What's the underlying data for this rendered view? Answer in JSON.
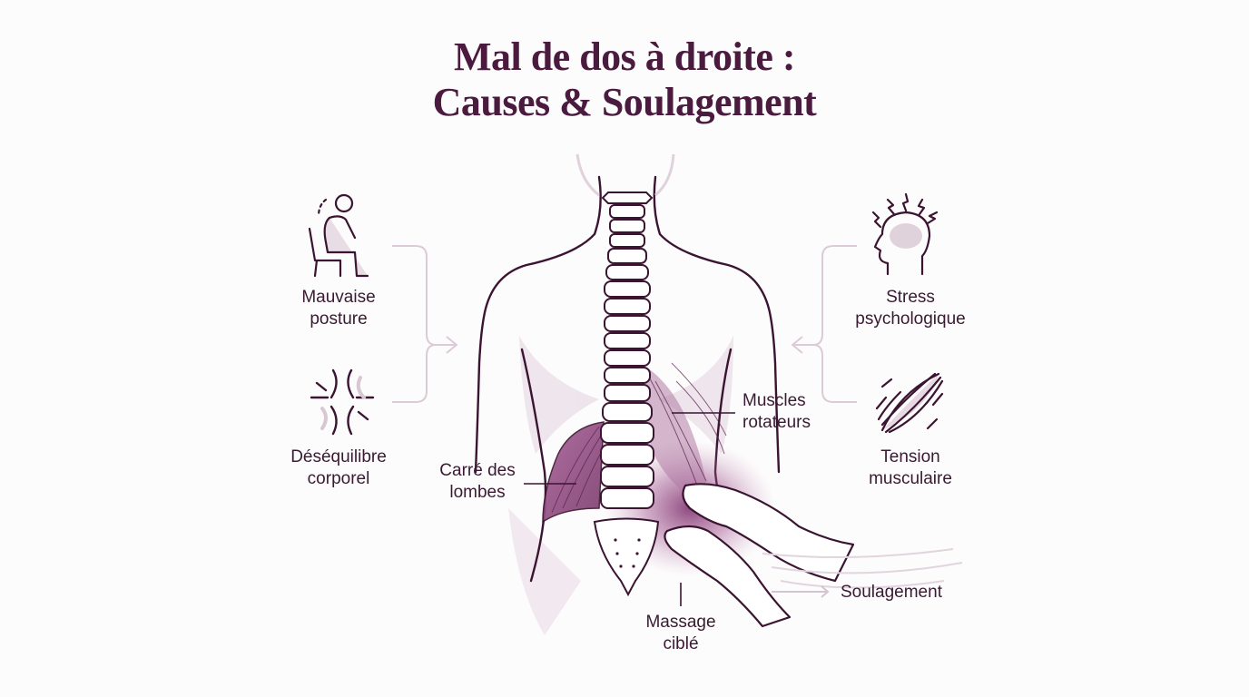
{
  "title": {
    "line1": "Mal de dos à droite :",
    "line2": "Causes & Soulagement"
  },
  "colors": {
    "primary": "#4a1a3f",
    "line": "#3a1431",
    "accent_fill": "#8a3a78",
    "soft_fill": "#e6d8e2",
    "connector": "#d8c8d4"
  },
  "causes_left": [
    {
      "icon": "bad-posture-icon",
      "line1": "Mauvaise",
      "line2": "posture"
    },
    {
      "icon": "body-imbalance-icon",
      "line1": "Déséquilibre",
      "line2": "corporel"
    }
  ],
  "causes_right": [
    {
      "icon": "stress-head-icon",
      "line1": "Stress",
      "line2": "psychologique"
    },
    {
      "icon": "muscle-tension-icon",
      "line1": "Tension",
      "line2": "musculaire"
    }
  ],
  "anatomy_labels": {
    "quadratus": {
      "line1": "Carré des",
      "line2": "lombes"
    },
    "rotators": {
      "line1": "Muscles",
      "line2": "rotateurs"
    },
    "massage": {
      "line1": "Massage",
      "line2": "ciblé"
    },
    "relief": "Soulagement"
  }
}
